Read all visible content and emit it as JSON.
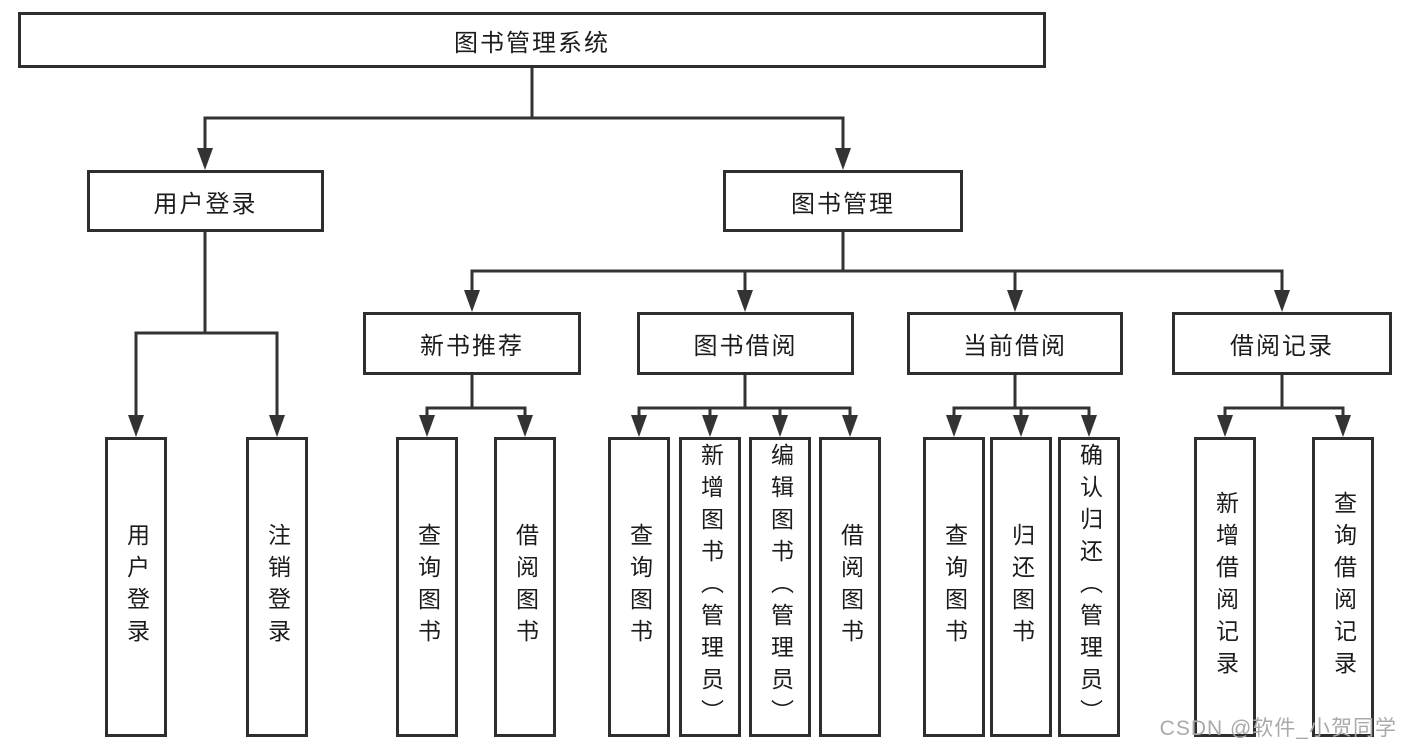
{
  "diagram": {
    "title": "图书管理系统",
    "watermark": "CSDN @软件_小贺同学",
    "colors": {
      "line": "#333333",
      "box_border": "#2e2e2e",
      "text": "#1c1c1c",
      "watermark": "#a9a9a9",
      "background": "#ffffff"
    },
    "nodes": [
      {
        "id": "system-root",
        "label": "图书管理系统",
        "level": 1,
        "parent": null,
        "orientation": "horizontal"
      },
      {
        "id": "user-login",
        "label": "用户登录",
        "level": 2,
        "parent": "system-root",
        "orientation": "horizontal"
      },
      {
        "id": "book-management",
        "label": "图书管理",
        "level": 2,
        "parent": "system-root",
        "orientation": "horizontal"
      },
      {
        "id": "new-book-recommend",
        "label": "新书推荐",
        "level": 3,
        "parent": "book-management",
        "orientation": "horizontal"
      },
      {
        "id": "book-borrow",
        "label": "图书借阅",
        "level": 3,
        "parent": "book-management",
        "orientation": "horizontal"
      },
      {
        "id": "current-borrow",
        "label": "当前借阅",
        "level": 3,
        "parent": "book-management",
        "orientation": "horizontal"
      },
      {
        "id": "borrow-records",
        "label": "借阅记录",
        "level": 3,
        "parent": "book-management",
        "orientation": "horizontal"
      },
      {
        "id": "user-login-leaf",
        "label": "用户登录",
        "level": 4,
        "parent": "user-login",
        "orientation": "vertical"
      },
      {
        "id": "logout-leaf",
        "label": "注销登录",
        "level": 4,
        "parent": "user-login",
        "orientation": "vertical"
      },
      {
        "id": "nbr-query-books",
        "label": "查询图书",
        "level": 4,
        "parent": "new-book-recommend",
        "orientation": "vertical"
      },
      {
        "id": "nbr-borrow-books",
        "label": "借阅图书",
        "level": 4,
        "parent": "new-book-recommend",
        "orientation": "vertical"
      },
      {
        "id": "bb-query-books",
        "label": "查询图书",
        "level": 4,
        "parent": "book-borrow",
        "orientation": "vertical"
      },
      {
        "id": "bb-add-books-admin",
        "label": "新增图书（管理员）",
        "level": 4,
        "parent": "book-borrow",
        "orientation": "vertical"
      },
      {
        "id": "bb-edit-books-admin",
        "label": "编辑图书（管理员）",
        "level": 4,
        "parent": "book-borrow",
        "orientation": "vertical"
      },
      {
        "id": "bb-borrow-books",
        "label": "借阅图书",
        "level": 4,
        "parent": "book-borrow",
        "orientation": "vertical"
      },
      {
        "id": "cb-query-books",
        "label": "查询图书",
        "level": 4,
        "parent": "current-borrow",
        "orientation": "vertical"
      },
      {
        "id": "cb-return-books",
        "label": "归还图书",
        "level": 4,
        "parent": "current-borrow",
        "orientation": "vertical"
      },
      {
        "id": "cb-confirm-return-admin",
        "label": "确认归还（管理员）",
        "level": 4,
        "parent": "current-borrow",
        "orientation": "vertical"
      },
      {
        "id": "br-add-record",
        "label": "新增借阅记录",
        "level": 4,
        "parent": "borrow-records",
        "orientation": "vertical"
      },
      {
        "id": "br-query-record",
        "label": "查询借阅记录",
        "level": 4,
        "parent": "borrow-records",
        "orientation": "vertical"
      }
    ]
  }
}
